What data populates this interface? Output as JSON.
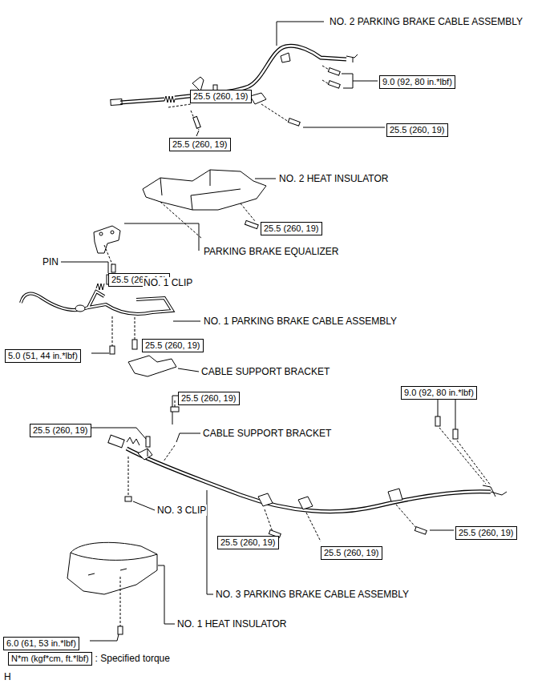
{
  "diagram": {
    "nodes": [
      {
        "text": [
          "9.0 (92, 80 in.*lbf)"
        ]
      },
      {
        "text": [
          "25.5 (260, 19)"
        ]
      },
      {
        "text": [
          "25.5 (260, 19)"
        ]
      },
      {
        "text": [
          "25.5 (260, 19)"
        ]
      },
      {
        "text": [
          "25.5 (260, 19)"
        ]
      },
      {
        "text": [
          "25.5 (260, 19)"
        ]
      },
      {
        "text": [
          "25.5 (260, 19)"
        ]
      },
      {
        "text": [
          "5.0 (51, 44 in.*lbf)"
        ]
      },
      {
        "text": [
          "9.0 (92, 80 in.*lbf)"
        ]
      },
      {
        "text": [
          "25.5 (260, 19)"
        ]
      },
      {
        "text": [
          "25.5 (260, 19)"
        ]
      },
      {
        "text": [
          "25.5 (260, 19)"
        ]
      },
      {
        "text": [
          "25.5 (260, 19)"
        ]
      },
      {
        "text": [
          "25.5 (260, 19)"
        ]
      },
      {
        "text": [
          "6.0 (61, 53 in.*lbf)"
        ]
      },
      {
        "text": [
          "N*m (kgf*cm, ft.*lbf)",
          ": Specified torque"
        ]
      }
    ],
    "labels": [
      "NO. 2 PARKING BRAKE CABLE ASSEMBLY",
      "NO. 2 HEAT INSULATOR",
      "PARKING BRAKE EQUALIZER",
      "PIN",
      "NO. 1 CLIP",
      "NO. 1 PARKING BRAKE CABLE ASSEMBLY",
      "CABLE SUPPORT BRACKET",
      "CABLE SUPPORT BRACKET",
      "NO. 3 CLIP",
      "NO. 3 PARKING BRAKE CABLE ASSEMBLY",
      "NO. 1 HEAT INSULATOR",
      "H"
    ]
  }
}
